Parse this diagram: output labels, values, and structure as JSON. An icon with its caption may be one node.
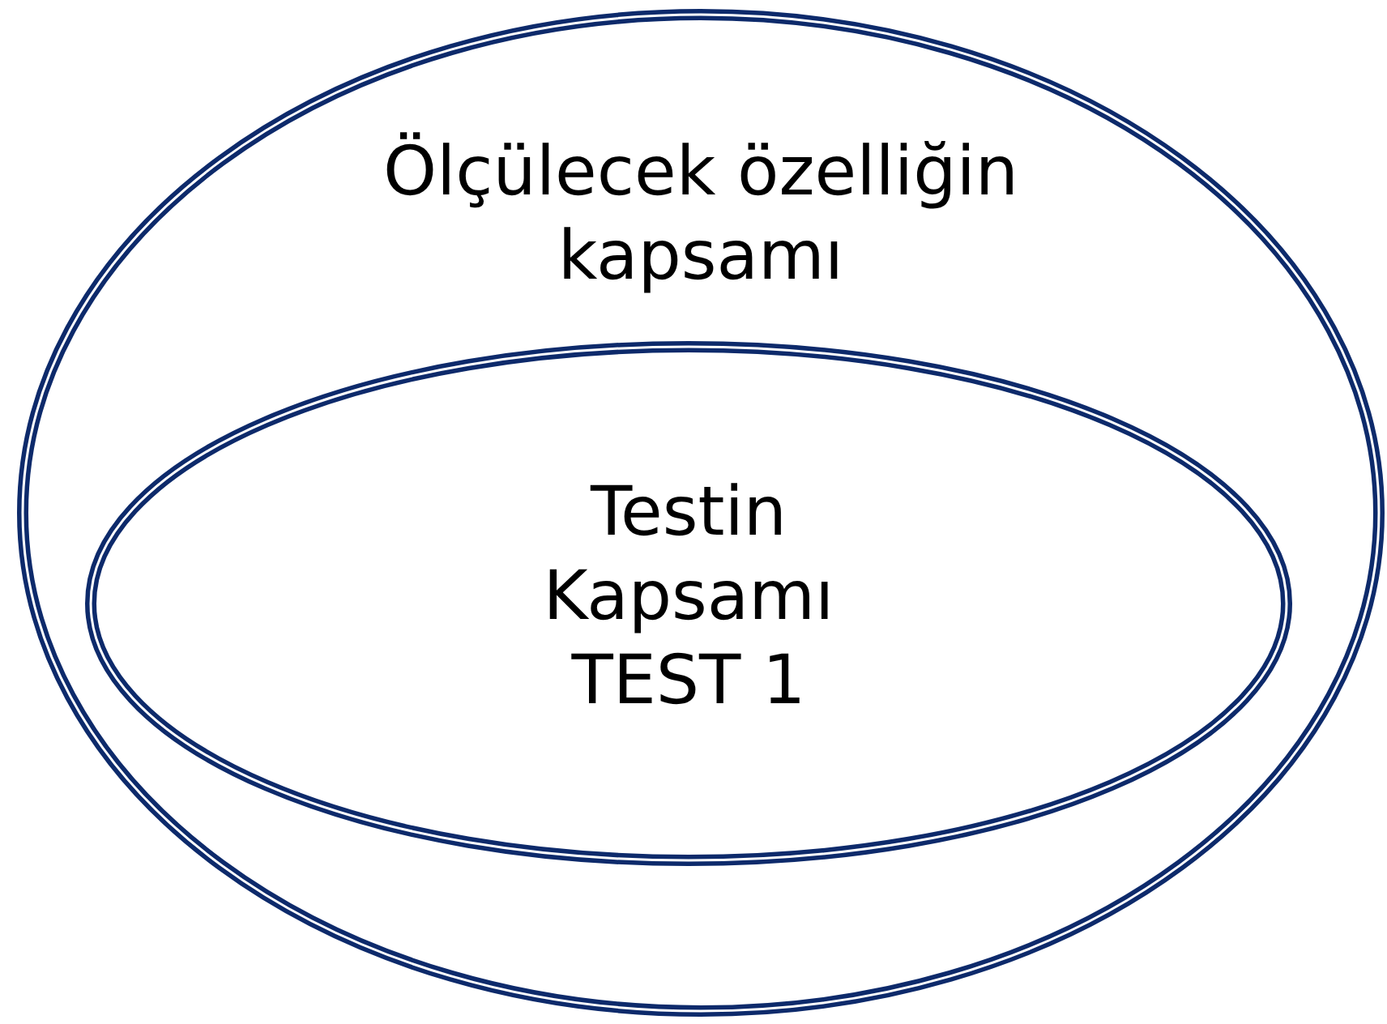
{
  "diagram": {
    "nodes": [
      {
        "text": [
          "Ölçülecek özelliğin kapsamı"
        ]
      },
      {
        "text": [
          "Testin Kapsamı TEST 1"
        ],
        "in": 0
      }
    ]
  }
}
